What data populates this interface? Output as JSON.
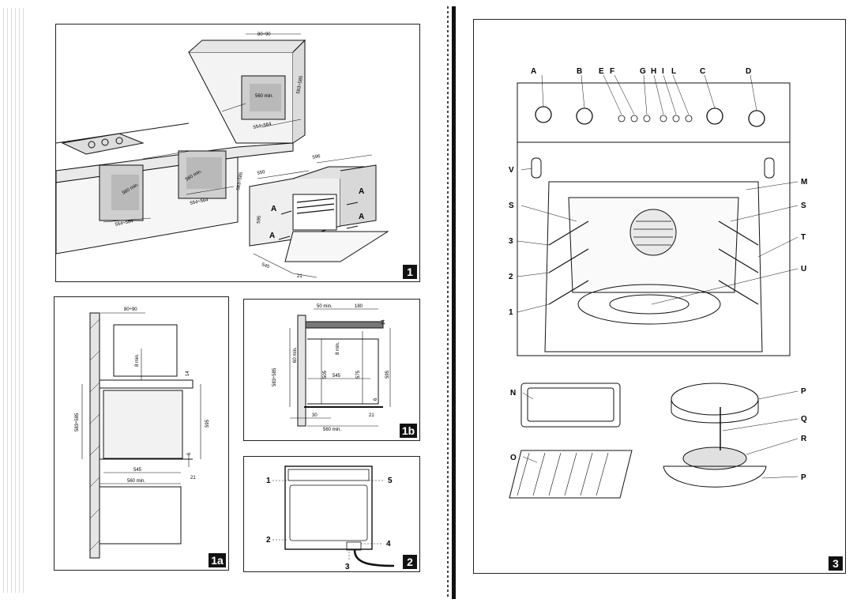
{
  "figures": [
    {
      "key": "fig1",
      "number": "1"
    },
    {
      "key": "fig1a",
      "number": "1a"
    },
    {
      "key": "fig1b",
      "number": "1b"
    },
    {
      "key": "fig2",
      "number": "2"
    },
    {
      "key": "fig3",
      "number": "3"
    }
  ],
  "fig1": {
    "dims": [
      "80÷90",
      "560 min.",
      "583÷585",
      "554÷564",
      "596",
      "550",
      "560 min.",
      "583÷585",
      "560 min.",
      "554÷564",
      "554÷564",
      "595",
      "545",
      "21"
    ],
    "arrows": [
      "A",
      "A",
      "A",
      "A"
    ]
  },
  "fig1a": {
    "dims": [
      "80÷90",
      "8 min.",
      "14",
      "583÷585",
      "595",
      "545",
      "560 min.",
      "6",
      "21"
    ]
  },
  "fig1b": {
    "dims": [
      "50 min.",
      "180",
      "14",
      "583÷585",
      "60 min.",
      "8 min.",
      "505",
      "575",
      "595",
      "545",
      "6",
      "30",
      "560 min.",
      "21"
    ]
  },
  "fig2": {
    "labels": [
      "1",
      "5",
      "2",
      "4",
      "3"
    ]
  },
  "fig3": {
    "top_labels": [
      "A",
      "B",
      "E",
      "F",
      "G",
      "H",
      "I",
      "L",
      "C",
      "D"
    ],
    "left_labels": [
      "V",
      "S",
      "3",
      "2",
      "1",
      "N",
      "O"
    ],
    "right_labels": [
      "M",
      "S",
      "T",
      "U",
      "P",
      "Q",
      "R",
      "P"
    ]
  }
}
